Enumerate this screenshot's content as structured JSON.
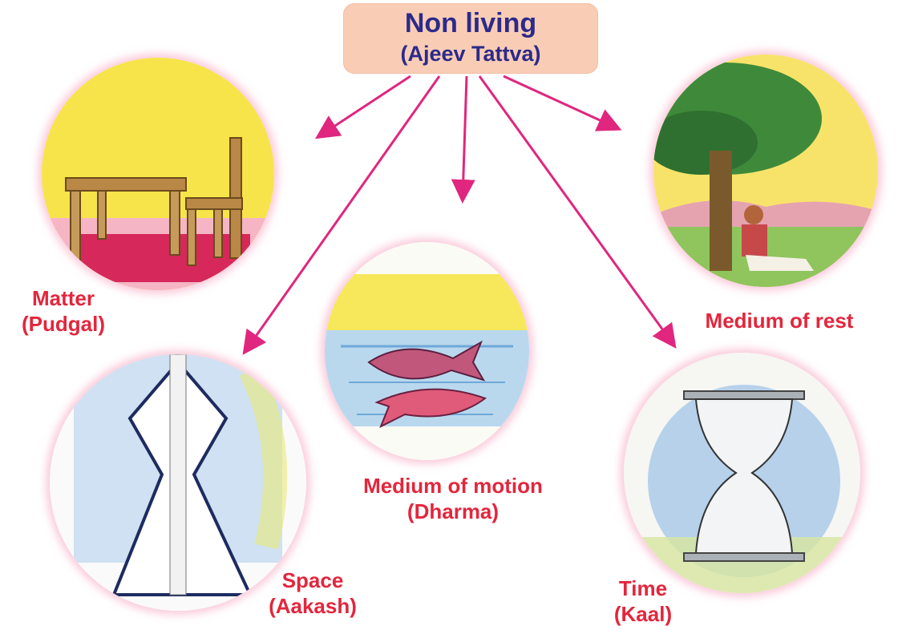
{
  "root": {
    "title": "Non living",
    "subtitle": "(Ajeev Tattva)"
  },
  "nodes": {
    "matter": {
      "line1": "Matter",
      "line2": "(Pudgal)"
    },
    "motion": {
      "line1": "Medium of motion",
      "line2": "(Dharma)"
    },
    "rest": {
      "line1": "Medium of rest"
    },
    "space": {
      "line1": "Space",
      "line2": "(Aakash)"
    },
    "time": {
      "line1": "Time",
      "line2": "(Kaal)"
    }
  },
  "colors": {
    "arrow": "#e0267e",
    "label": "#e3263c",
    "title": "#2c2a8a",
    "root_bg": "#f9cdb5"
  }
}
